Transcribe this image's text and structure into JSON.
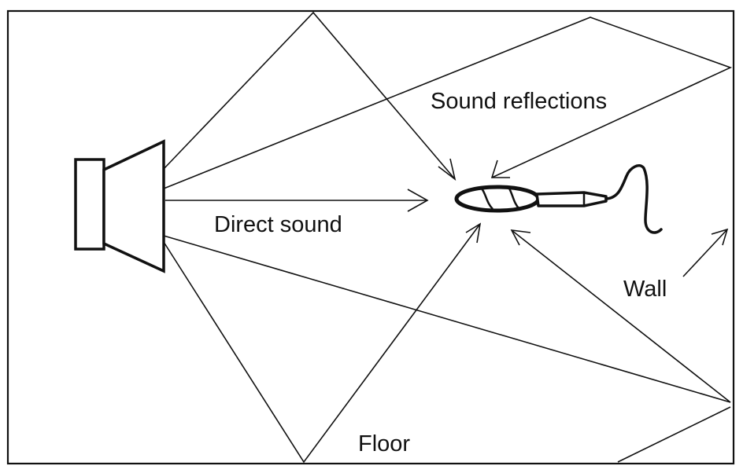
{
  "labels": {
    "sound_reflections": "Sound reflections",
    "direct_sound": "Direct sound",
    "wall": "Wall",
    "floor": "Floor"
  },
  "colors": {
    "ink": "#111111",
    "background": "#ffffff"
  }
}
